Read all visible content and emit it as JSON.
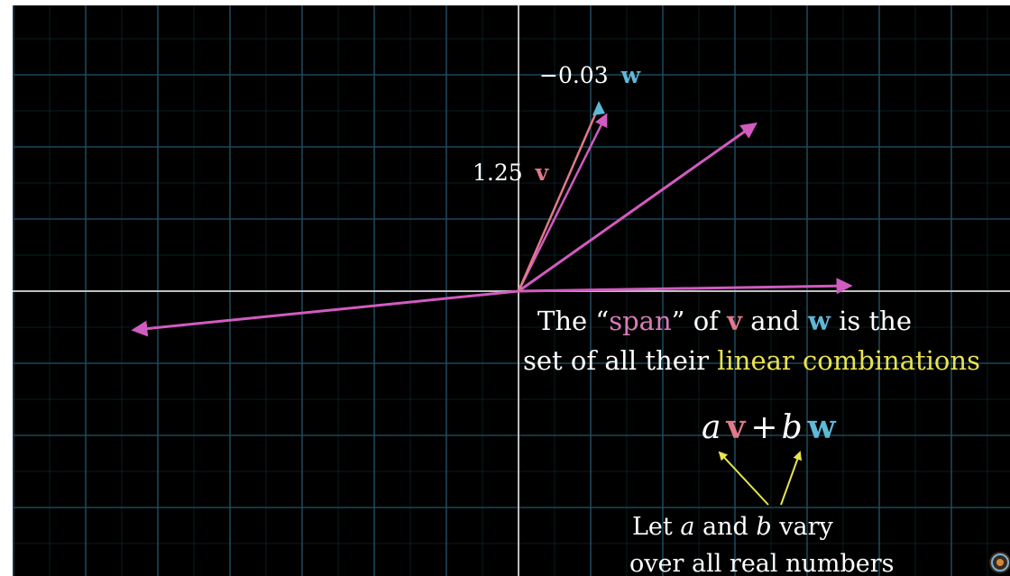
{
  "scene": {
    "background": "#000000",
    "grid_color": "#1f4f63",
    "axis_color": "#bfbfbf",
    "vector_color": "#d25bc0"
  },
  "labels": {
    "coef_w": "−0.03",
    "coef_v": "1.25",
    "v_symbol": "v",
    "w_symbol": "w",
    "v_color": "#e07a8a",
    "w_color": "#5fb8d8"
  },
  "explanation": {
    "line1_prefix": "The “",
    "line1_span": "span",
    "line1_mid1": "” of ",
    "line1_and": " and ",
    "line1_suffix": " is the",
    "line2_prefix": "set of all their ",
    "line2_highlight": "linear combinations",
    "span_color": "#d97bb8",
    "highlight_color": "#e8e34f",
    "text_color": "#ffffff"
  },
  "formula": {
    "a": "a",
    "plus": "+",
    "b": "b"
  },
  "note": {
    "line1_prefix": "Let ",
    "line1_a": "a",
    "line1_and": " and ",
    "line1_b": "b",
    "line1_suffix": " vary",
    "line2": "over all real numbers",
    "arrow_color": "#e8e34f"
  }
}
